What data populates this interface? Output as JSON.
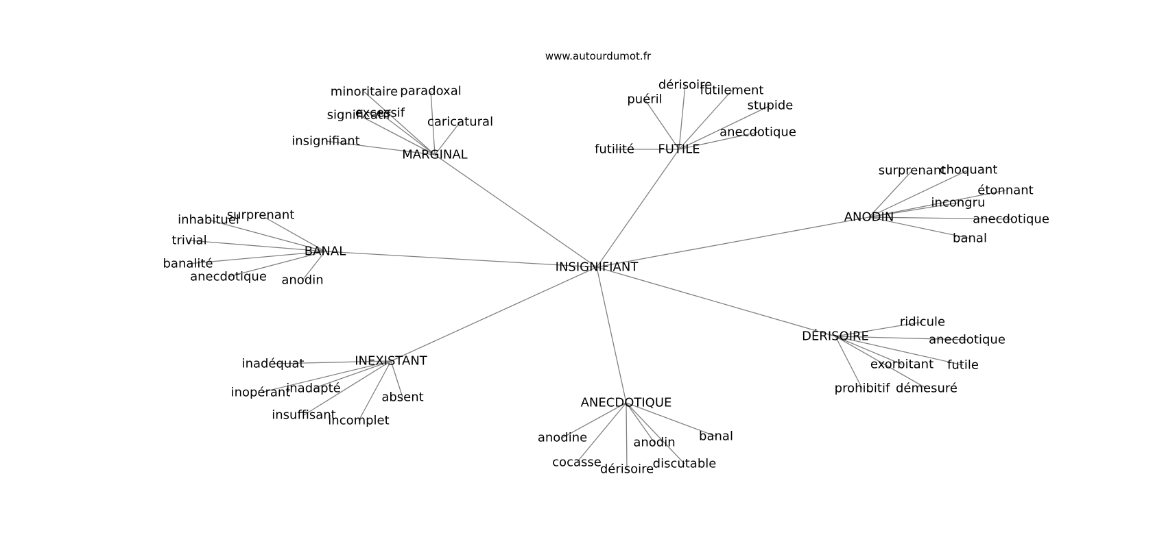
{
  "site": "www.autourdumot.fr",
  "center": "INSIGNIFIANT",
  "groups": [
    {
      "hub": "MARGINAL",
      "leaves": [
        "minoritaire",
        "paradoxal",
        "significatif",
        "excessif",
        "caricatural",
        "insignifiant"
      ]
    },
    {
      "hub": "FUTILE",
      "leaves": [
        "dérisoire",
        "futilement",
        "puéril",
        "stupide",
        "anecdotique",
        "futilité"
      ]
    },
    {
      "hub": "ANODIN",
      "leaves": [
        "surprenant",
        "choquant",
        "étonnant",
        "incongru",
        "anecdotique",
        "banal"
      ]
    },
    {
      "hub": "BANAL",
      "leaves": [
        "surprenant",
        "inhabituel",
        "trivial",
        "banalité",
        "anecdotique",
        "anodin"
      ]
    },
    {
      "hub": "DÉRISOIRE",
      "leaves": [
        "ridicule",
        "anecdotique",
        "exorbitant",
        "futile",
        "prohibitif",
        "démesuré"
      ]
    },
    {
      "hub": "INEXISTANT",
      "leaves": [
        "inadéquat",
        "inopérant",
        "inadapté",
        "absent",
        "insuffisant",
        "incomplet"
      ]
    },
    {
      "hub": "ANECDOTIQUE",
      "leaves": [
        "anodine",
        "banal",
        "anodin",
        "cocasse",
        "discutable",
        "dérisoire"
      ]
    }
  ]
}
